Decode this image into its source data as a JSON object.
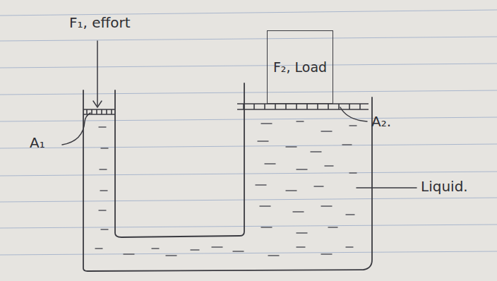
{
  "diagram": {
    "nodes": [
      {
        "text": [
          "F₂, Load"
        ]
      }
    ],
    "labels": [
      "F₁, effort",
      "A₁",
      "A₂.",
      "Liquid."
    ]
  }
}
